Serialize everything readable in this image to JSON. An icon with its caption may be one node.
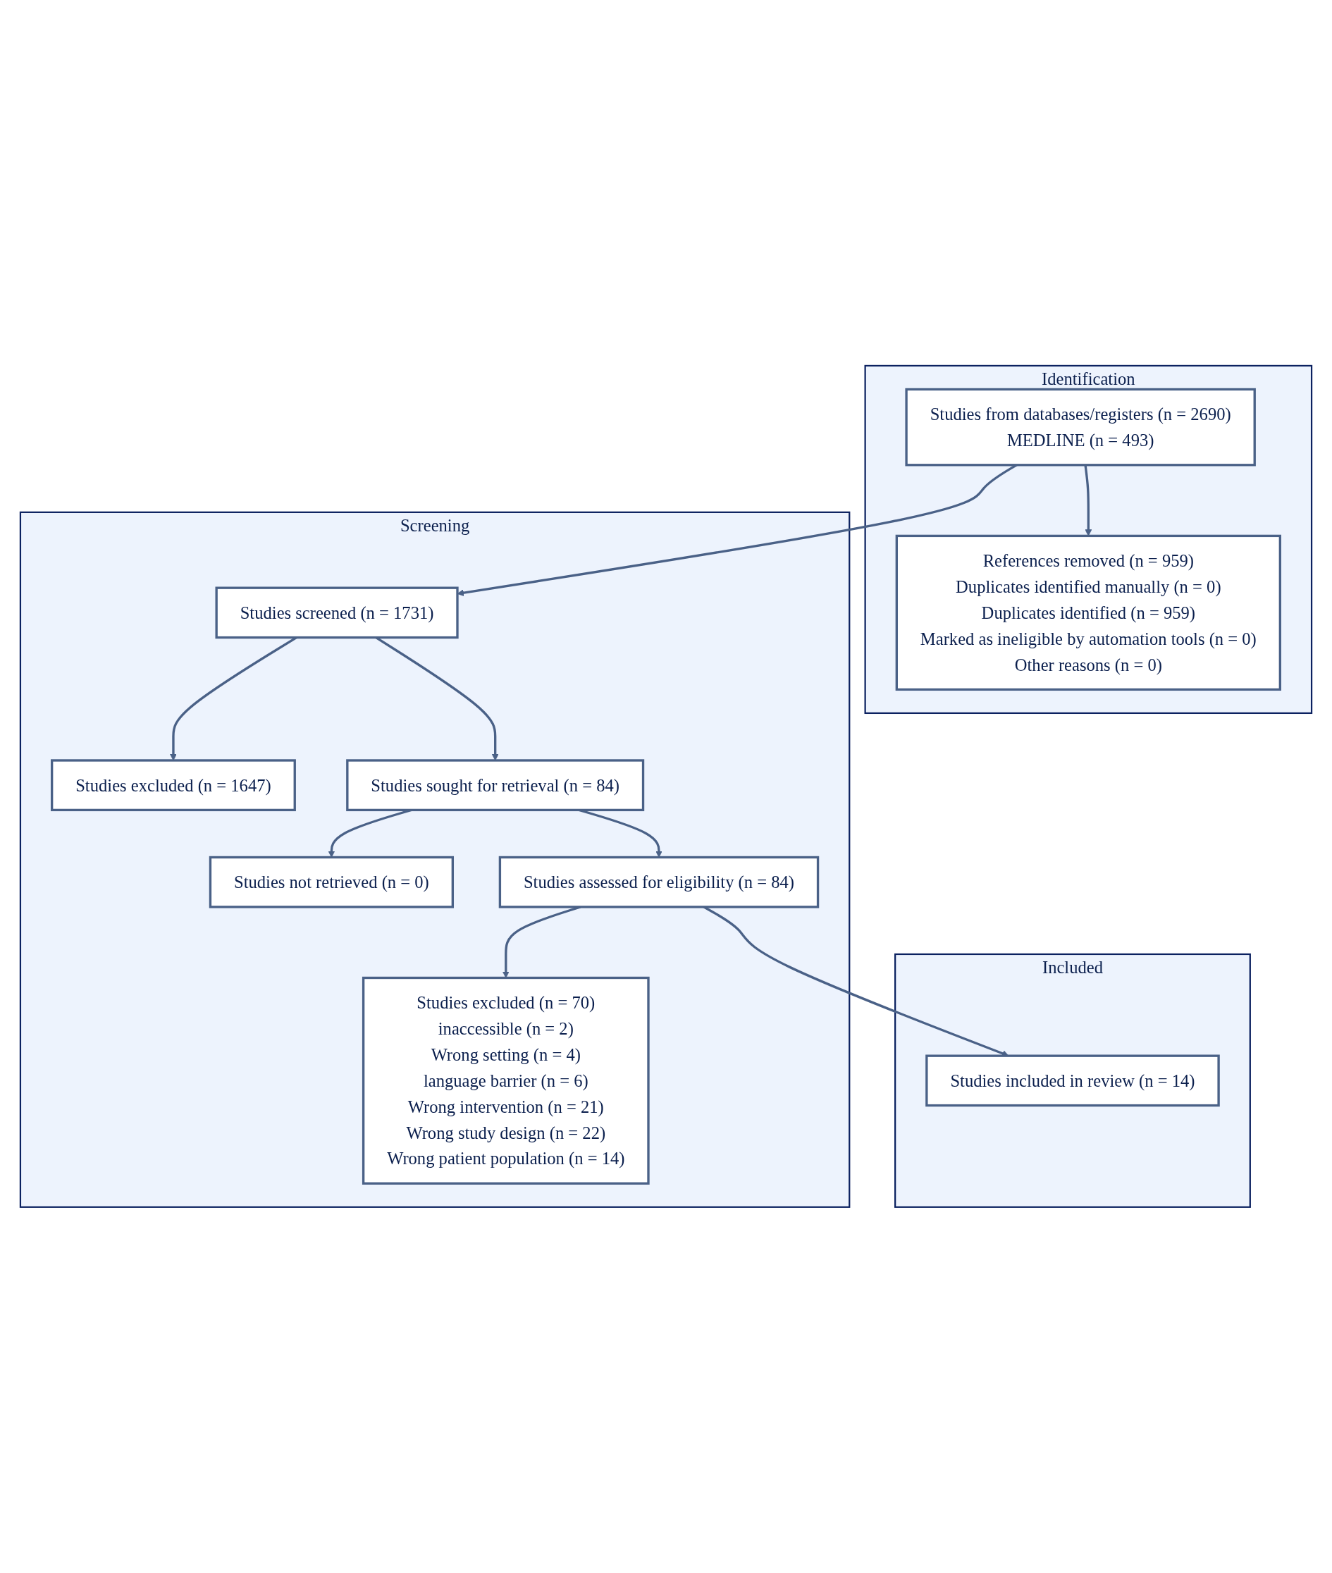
{
  "diagram": {
    "nodes": [
      {
        "text": [
          "Identification"
        ]
      },
      {
        "text": [
          "Studies from databases/registers (n = 2690)",
          "MEDLINE (n = 493)"
        ],
        "in": 0
      },
      {
        "text": [
          "References removed (n = 959)",
          "Duplicates identified manually (n = 0)",
          "Duplicates identified (n = 959)",
          "Marked as ineligible by automation tools (n = 0)",
          "Other reasons (n = 0)"
        ],
        "in": 0
      },
      {
        "text": [
          "Screening"
        ]
      },
      {
        "text": [
          "Studies screened (n = 1731)"
        ],
        "in": 3
      },
      {
        "text": [
          "Studies excluded (n = 1647)"
        ],
        "in": 3
      },
      {
        "text": [
          "Studies sought for retrieval (n = 84)"
        ],
        "in": 3
      },
      {
        "text": [
          "Studies not retrieved (n = 0)"
        ],
        "in": 3
      },
      {
        "text": [
          "Studies assessed for eligibility (n = 84)"
        ],
        "in": 3
      },
      {
        "text": [
          "Studies excluded (n = 70)",
          "inaccessible (n = 2)",
          "Wrong setting (n = 4)",
          "language barrier (n = 6)",
          "Wrong intervention (n = 21)",
          "Wrong study design (n = 22)",
          "Wrong patient population (n = 14)"
        ],
        "in": 3
      },
      {
        "text": [
          "Included"
        ]
      },
      {
        "text": [
          "Studies included in review (n = 14)"
        ],
        "in": 10
      }
    ],
    "edges": [
      {
        "from": 1,
        "to": 2,
        "arrow": "to"
      },
      {
        "from": 1,
        "to": 4,
        "arrow": "to"
      },
      {
        "from": 4,
        "to": 5,
        "arrow": "to"
      },
      {
        "from": 4,
        "to": 6,
        "arrow": "to"
      },
      {
        "from": 6,
        "to": 7,
        "arrow": "to"
      },
      {
        "from": 6,
        "to": 8,
        "arrow": "to"
      },
      {
        "from": 8,
        "to": 9,
        "arrow": "to"
      },
      {
        "from": 8,
        "to": 11,
        "arrow": "to"
      }
    ]
  }
}
